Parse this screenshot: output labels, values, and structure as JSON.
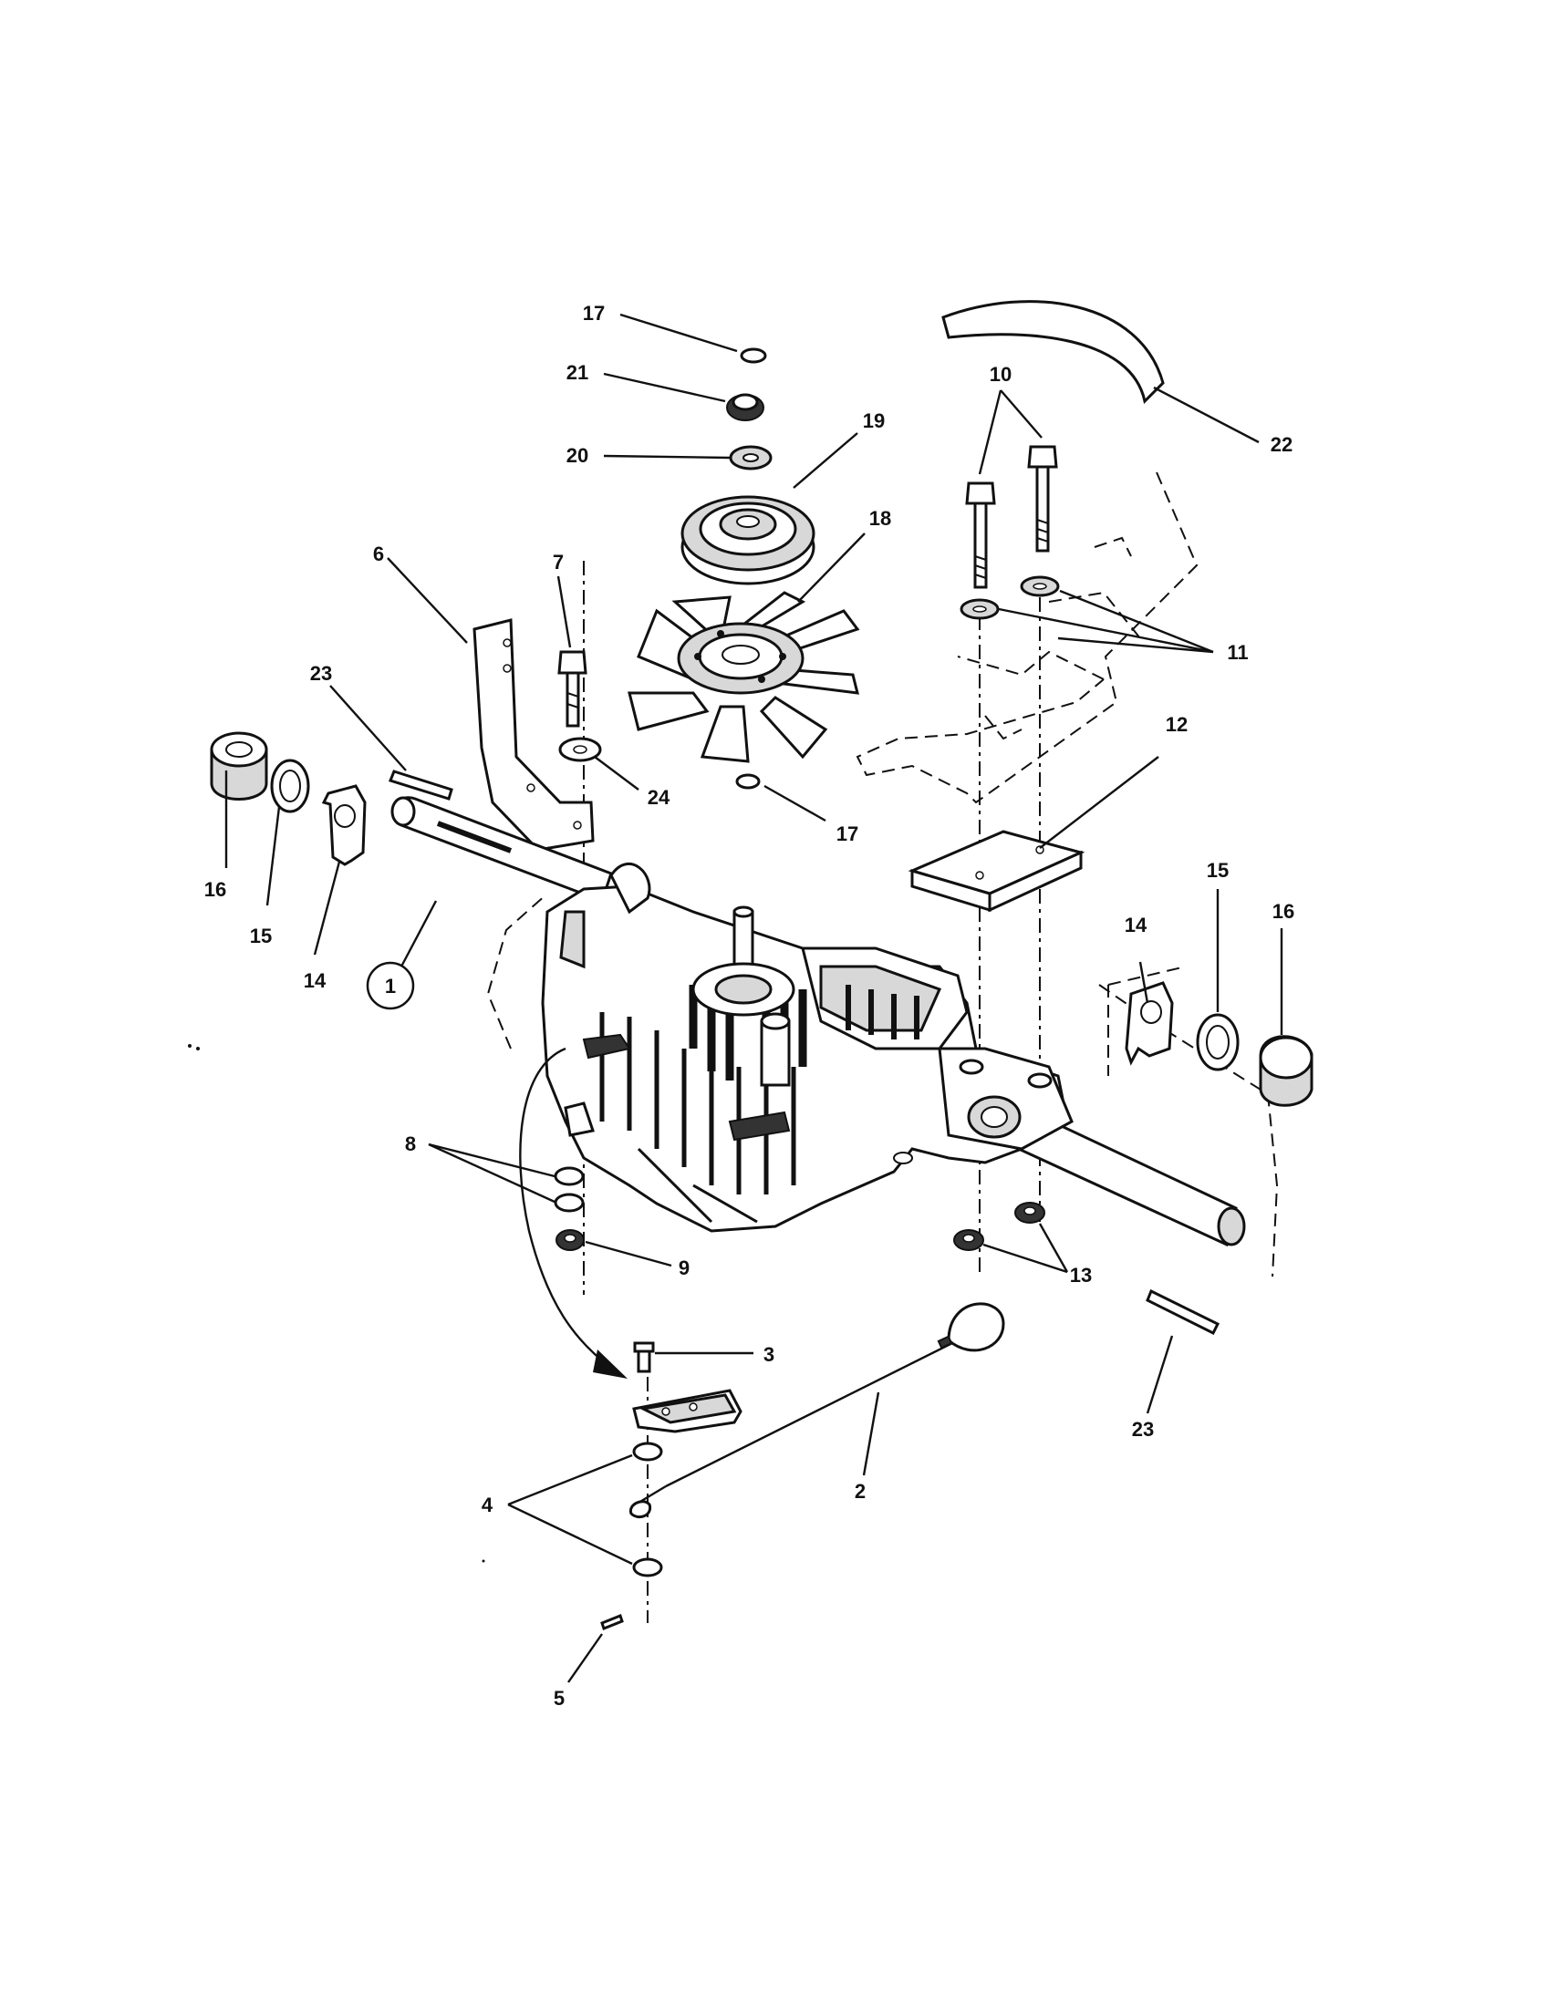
{
  "callouts": [
    {
      "id": "c17a",
      "text": "17"
    },
    {
      "id": "c21",
      "text": "21"
    },
    {
      "id": "c20",
      "text": "20"
    },
    {
      "id": "c19",
      "text": "19"
    },
    {
      "id": "c18",
      "text": "18"
    },
    {
      "id": "c10",
      "text": "10"
    },
    {
      "id": "c22",
      "text": "22"
    },
    {
      "id": "c11",
      "text": "11"
    },
    {
      "id": "c6",
      "text": "6"
    },
    {
      "id": "c7",
      "text": "7"
    },
    {
      "id": "c23a",
      "text": "23"
    },
    {
      "id": "c24",
      "text": "24"
    },
    {
      "id": "c17b",
      "text": "17"
    },
    {
      "id": "c12",
      "text": "12"
    },
    {
      "id": "c16a",
      "text": "16"
    },
    {
      "id": "c15a",
      "text": "15"
    },
    {
      "id": "c14a",
      "text": "14"
    },
    {
      "id": "c1",
      "text": "1"
    },
    {
      "id": "c14b",
      "text": "14"
    },
    {
      "id": "c15b",
      "text": "15"
    },
    {
      "id": "c16b",
      "text": "16"
    },
    {
      "id": "c8",
      "text": "8"
    },
    {
      "id": "c9",
      "text": "9"
    },
    {
      "id": "c13",
      "text": "13"
    },
    {
      "id": "c3",
      "text": "3"
    },
    {
      "id": "c2",
      "text": "2"
    },
    {
      "id": "c23b",
      "text": "23"
    },
    {
      "id": "c4",
      "text": "4"
    },
    {
      "id": "c5",
      "text": "5"
    }
  ]
}
